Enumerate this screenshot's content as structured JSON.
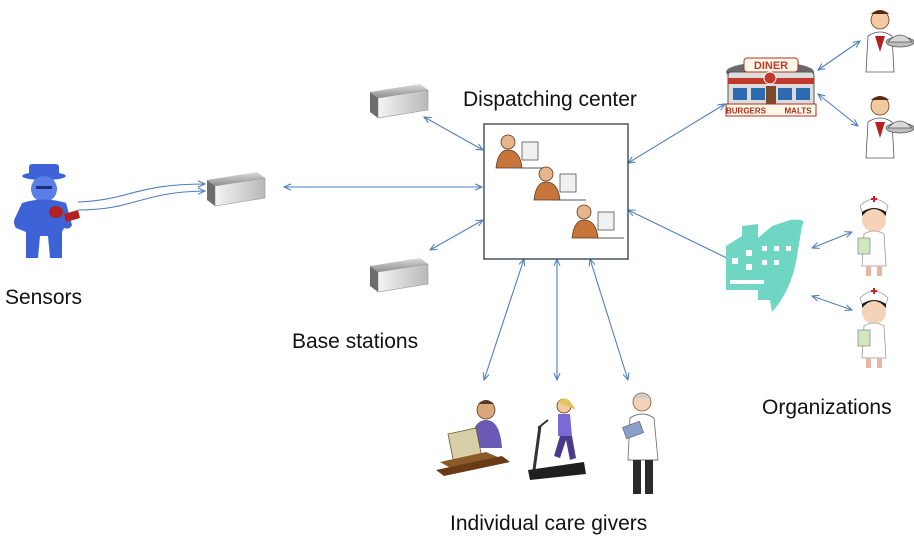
{
  "labels": {
    "sensors": "Sensors",
    "base_stations": "Base stations",
    "dispatching_center": "Dispatching center",
    "organizations": "Organizations",
    "individual_care_givers": "Individual care givers"
  },
  "diner_sign": {
    "top": "DINER",
    "left": "BURGERS",
    "right": "MALTS"
  },
  "colors": {
    "arrow": "#4f7fbf",
    "sensor_person": "#3d63d6",
    "hospital": "#6fd6c4",
    "box_border": "#2f3a4f"
  },
  "icons": [
    "sensor-person-icon",
    "base-station-icon",
    "office-workers-icon",
    "diner-icon",
    "waiter-icon",
    "hospital-icon",
    "nurse-icon",
    "computer-user-icon",
    "treadmill-runner-icon",
    "doctor-icon"
  ]
}
